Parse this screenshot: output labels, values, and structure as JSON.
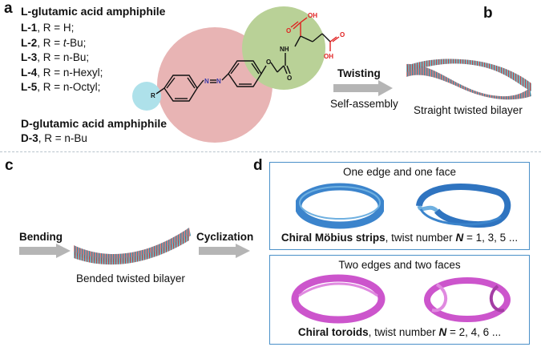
{
  "panels": {
    "a": "a",
    "b": "b",
    "c": "c",
    "d": "d"
  },
  "amphiphile": {
    "l_title": "L-glutamic acid amphiphile",
    "compounds": [
      {
        "code": "L-1",
        "sep": ",  ",
        "rpre": "R = ",
        "rit": "",
        "rpost": "H;"
      },
      {
        "code": "L-2",
        "sep": ",  ",
        "rpre": "R = ",
        "rit": "t",
        "rpost": "-Bu;"
      },
      {
        "code": "L-3",
        "sep": ",  ",
        "rpre": "R = ",
        "rit": "",
        "rpost": "n-Bu;"
      },
      {
        "code": "L-4",
        "sep": ",  ",
        "rpre": "R = ",
        "rit": "",
        "rpost": "n-Hexyl;"
      },
      {
        "code": "L-5",
        "sep": ",  ",
        "rpre": "R = ",
        "rit": "",
        "rpost": "n-Octyl;"
      }
    ],
    "d_title": "D-glutamic acid amphiphile",
    "d_compound": {
      "code": "D-3",
      "sep": ",  ",
      "rpre": "R = ",
      "rit": "",
      "rpost": "n-Bu"
    }
  },
  "molecule": {
    "r": "R",
    "n1": "N",
    "n2": "N",
    "o_ether": "O",
    "o_amide": "O",
    "nh": "NH",
    "oh1": "OH",
    "o_acid1": "O",
    "oh2": "OH",
    "o_acid2": "O"
  },
  "panel_b": {
    "arrow_top": "Twisting",
    "arrow_bottom": "Self-assembly",
    "caption": "Straight twisted bilayer"
  },
  "panel_c": {
    "arrow1": "Bending",
    "caption": "Bended twisted bilayer",
    "arrow2": "Cyclization"
  },
  "panel_d": {
    "mobius": {
      "title": "One edge and one face",
      "caption_bold": "Chiral Möbius strips",
      "caption_mid": ", twist number ",
      "caption_n": "N",
      "caption_end": " = 1, 3, 5 ..."
    },
    "toroid": {
      "title": "Two edges and two faces",
      "caption_bold": "Chiral toroids",
      "caption_mid": ", twist number ",
      "caption_n": "N",
      "caption_end": " = 2, 4, 6 ..."
    }
  },
  "colors": {
    "azo_circle": "#e8b4b4",
    "glutamic_circle": "#b9d197",
    "tail_circle": "#aee1ea",
    "acid_red": "#e02020",
    "arrow_gray": "#b5b5b5",
    "mobius_blue": "#3b84cc",
    "toroid_pink": "#cc55cc",
    "box_border": "#4a90c8"
  }
}
